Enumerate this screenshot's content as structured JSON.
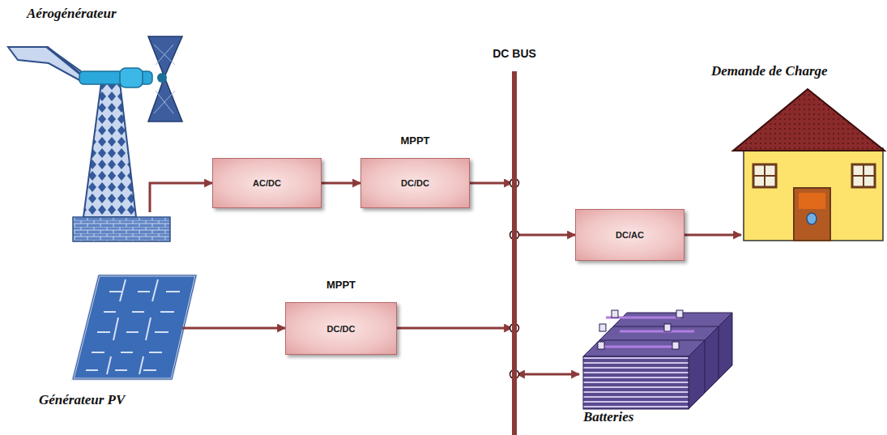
{
  "diagram": {
    "nodes": [
      {
        "text": [
          "Aérogénérateur"
        ]
      },
      {
        "text": [
          "AC/DC"
        ]
      },
      {
        "text": [
          "MPPT",
          "DC/DC"
        ]
      },
      {
        "text": [
          "DC BUS"
        ]
      },
      {
        "text": [
          "Demande de Charge"
        ]
      },
      {
        "text": [
          "DC/AC"
        ]
      },
      {
        "text": [
          "Générateur PV"
        ]
      },
      {
        "text": [
          "MPPT",
          "DC/DC"
        ]
      },
      {
        "text": [
          "Batteries"
        ]
      }
    ],
    "edges": [
      {
        "from": 0,
        "to": 1,
        "arrow": "to"
      },
      {
        "from": 1,
        "to": 2,
        "arrow": "to"
      },
      {
        "from": 2,
        "to": 3,
        "arrow": "to"
      },
      {
        "from": 3,
        "to": 5,
        "arrow": "to"
      },
      {
        "from": 5,
        "to": 4,
        "arrow": "to"
      },
      {
        "from": 6,
        "to": 7,
        "arrow": "to"
      },
      {
        "from": 7,
        "to": 3,
        "arrow": "to"
      },
      {
        "from": 3,
        "to": 8,
        "arrow": "both"
      }
    ]
  }
}
